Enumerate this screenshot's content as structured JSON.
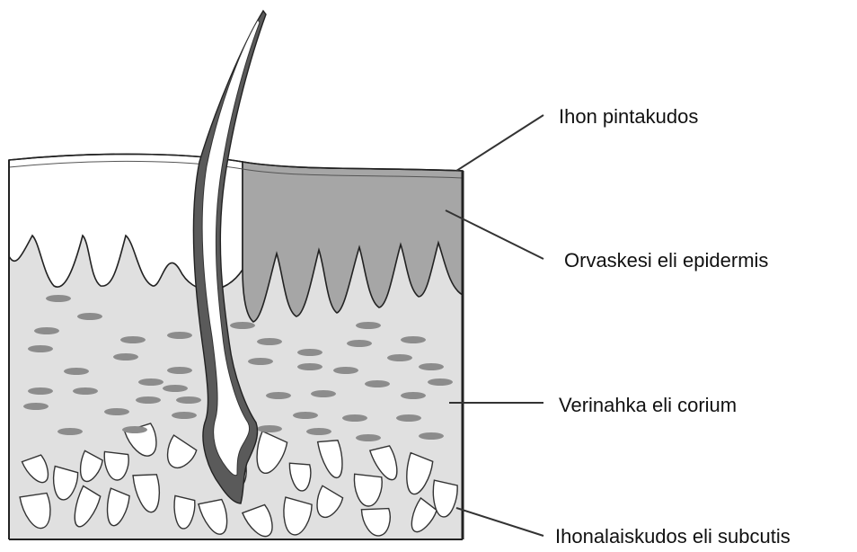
{
  "labels": {
    "surface_tissue": "Ihon pintakudos",
    "epidermis": "Orvaskesi eli epidermis",
    "corium": "Verinahka eli corium",
    "subcutis": "Ihonalaiskudos eli subcutis"
  },
  "colors": {
    "outline": "#222222",
    "epidermis_left": "#ffffff",
    "epidermis_right": "#a6a6a6",
    "dermis": "#e0e0e0",
    "ovals": "#8c8c8c",
    "fat_cells": "#ffffff",
    "hair": "#5a5a5a"
  }
}
